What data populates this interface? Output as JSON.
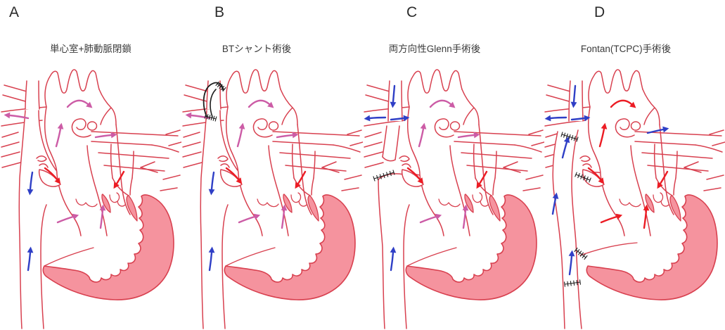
{
  "colors": {
    "outline": "#d8404f",
    "chamber_wall_fill": "#f5939e",
    "mixed_flow": "#cc5ca6",
    "arterial_flow": "#ec1c24",
    "venous_flow": "#2f3fc6",
    "graft_black": "#1e1e1e"
  },
  "panels": [
    {
      "letter": "A",
      "title": "単心室+肺動脈閉鎖",
      "channel": "normal",
      "features": [],
      "flows": [
        {
          "path": "aortic_arch_curl",
          "type": "mixed"
        },
        {
          "path": "ascending_aorta_up",
          "type": "mixed"
        },
        {
          "path": "right_pa_left",
          "type": "mixed"
        },
        {
          "path": "left_pa_right",
          "type": "mixed"
        },
        {
          "path": "svc_down",
          "type": "venous"
        },
        {
          "path": "pulm_vein_right_in",
          "type": "arterial"
        },
        {
          "path": "pulm_vein_left_in",
          "type": "arterial"
        },
        {
          "path": "av_inflow_right",
          "type": "mixed"
        },
        {
          "path": "outflow_up",
          "type": "mixed"
        },
        {
          "path": "ivc_up",
          "type": "venous"
        }
      ]
    },
    {
      "letter": "B",
      "title": "BTシャント術後",
      "channel": "normal",
      "features": [
        "bt_shunt"
      ],
      "flows": [
        {
          "path": "aortic_arch_curl",
          "type": "mixed"
        },
        {
          "path": "ascending_aorta_up",
          "type": "mixed"
        },
        {
          "path": "right_pa_left",
          "type": "mixed"
        },
        {
          "path": "left_pa_right",
          "type": "mixed"
        },
        {
          "path": "svc_down",
          "type": "venous"
        },
        {
          "path": "pulm_vein_right_in",
          "type": "arterial"
        },
        {
          "path": "pulm_vein_left_in",
          "type": "arterial"
        },
        {
          "path": "av_inflow_right",
          "type": "mixed"
        },
        {
          "path": "outflow_up",
          "type": "mixed"
        },
        {
          "path": "ivc_up",
          "type": "venous"
        }
      ]
    },
    {
      "letter": "C",
      "title": "両方向性Glenn手術後",
      "channel": "glenn",
      "features": [
        "svc_stump_suture"
      ],
      "flows": [
        {
          "path": "aortic_arch_curl",
          "type": "mixed"
        },
        {
          "path": "ascending_aorta_up",
          "type": "mixed"
        },
        {
          "path": "svc_upper_down",
          "type": "venous"
        },
        {
          "path": "glenn_left",
          "type": "venous"
        },
        {
          "path": "glenn_right",
          "type": "venous"
        },
        {
          "path": "left_pa_right",
          "type": "mixed"
        },
        {
          "path": "pulm_vein_right_in",
          "type": "arterial"
        },
        {
          "path": "pulm_vein_left_in",
          "type": "arterial"
        },
        {
          "path": "av_inflow_right",
          "type": "mixed"
        },
        {
          "path": "outflow_up",
          "type": "mixed"
        },
        {
          "path": "ivc_up",
          "type": "venous"
        }
      ]
    },
    {
      "letter": "D",
      "title": "Fontan(TCPC)手術後",
      "channel": "fontan",
      "features": [
        "glenn_suture",
        "atrium_suture",
        "conduit_upper_suture",
        "conduit_lower_suture"
      ],
      "flows": [
        {
          "path": "aortic_arch_curl",
          "type": "arterial"
        },
        {
          "path": "ascending_aorta_up",
          "type": "arterial"
        },
        {
          "path": "svc_upper_down",
          "type": "venous"
        },
        {
          "path": "glenn_left",
          "type": "venous"
        },
        {
          "path": "glenn_right",
          "type": "venous"
        },
        {
          "path": "left_pa_right_far",
          "type": "venous"
        },
        {
          "path": "pulm_vein_right_in",
          "type": "arterial"
        },
        {
          "path": "pulm_vein_left_in",
          "type": "arterial"
        },
        {
          "path": "av_inflow_right",
          "type": "arterial"
        },
        {
          "path": "outflow_up",
          "type": "arterial"
        },
        {
          "path": "conduit_up_high",
          "type": "venous"
        },
        {
          "path": "conduit_up_mid",
          "type": "venous"
        },
        {
          "path": "conduit_up_low",
          "type": "venous"
        }
      ]
    }
  ]
}
